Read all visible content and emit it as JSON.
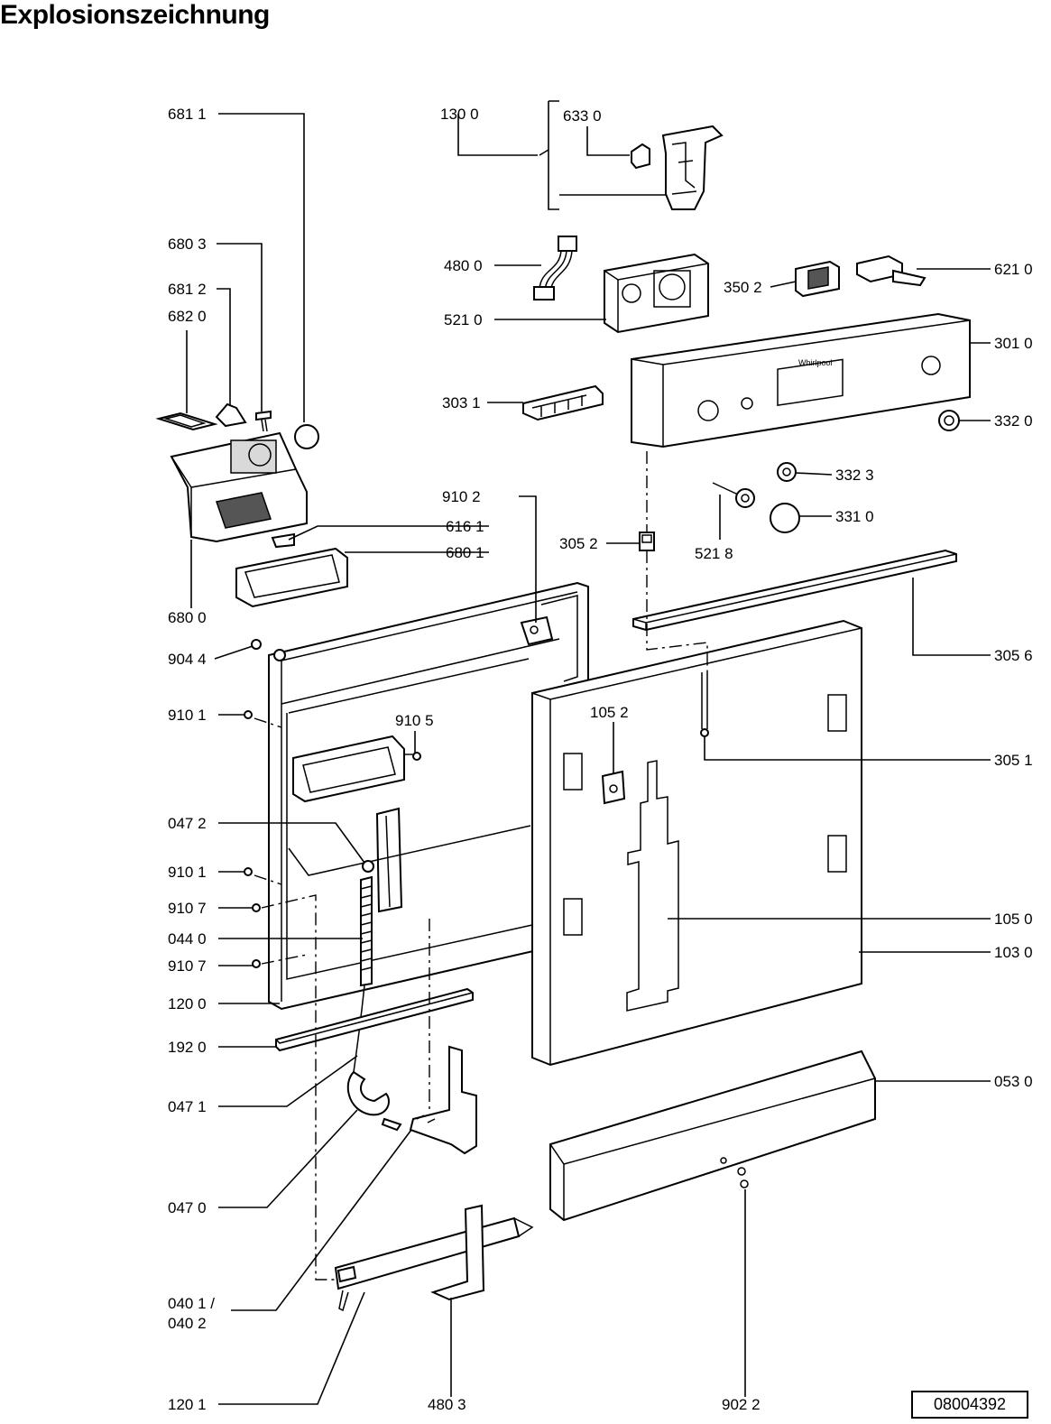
{
  "title": "Explosionszeichnung",
  "document_number": "08004392",
  "callouts": {
    "c6811": "681 1",
    "c1300": "130 0",
    "c6330": "633 0",
    "c6803": "680 3",
    "c4800": "480 0",
    "c6812": "681 2",
    "c6820": "682 0",
    "c5210": "521 0",
    "c3502": "350 2",
    "c6210": "621 0",
    "c3010": "301 0",
    "c3031": "303 1",
    "c3320": "332 0",
    "c3323": "332 3",
    "c9102": "910 2",
    "c6161": "616 1",
    "c6801": "680 1",
    "c3052": "305 2",
    "c5218": "521 8",
    "c3310": "331 0",
    "c6800": "680 0",
    "c9044": "904 4",
    "c3056": "305 6",
    "c9101a": "910 1",
    "c9105": "910 5",
    "c1052": "105 2",
    "c3051": "305 1",
    "c0472": "047 2",
    "c9101b": "910 1",
    "c9107a": "910 7",
    "c0440": "044 0",
    "c9107b": "910 7",
    "c1200": "120 0",
    "c1050": "105 0",
    "c1030": "103 0",
    "c1920": "192 0",
    "c0530": "053 0",
    "c0471": "047 1",
    "c0470": "047 0",
    "c0401": "040 1 /",
    "c0402": "040 2",
    "c1201": "120 1",
    "c4803": "480 3",
    "c9022": "902 2"
  }
}
